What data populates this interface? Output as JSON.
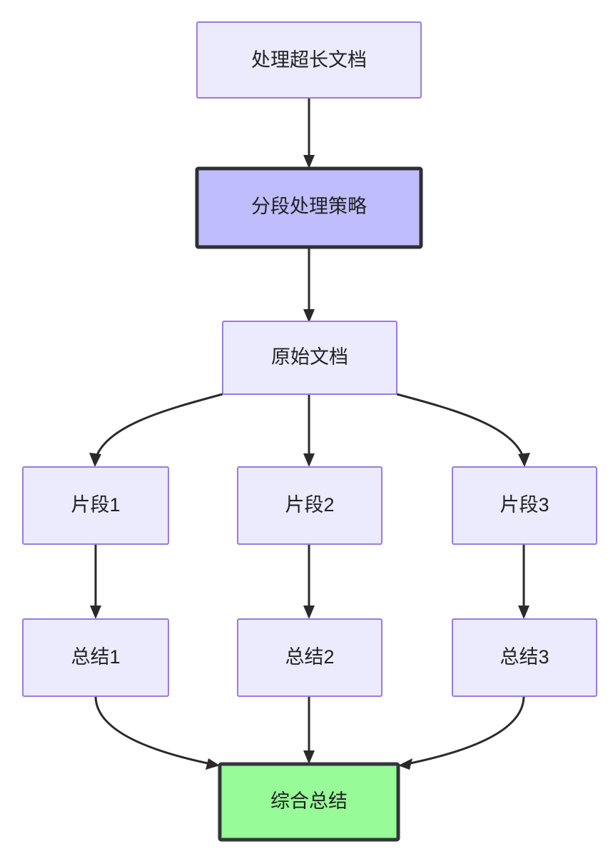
{
  "diagram": {
    "type": "flowchart",
    "direction": "top-down",
    "background_color": "#ffffff",
    "palette": {
      "node_fill": "#ECEAFD",
      "node_stroke": "#9A7BE0",
      "emphasis_fill": "#BFBDFB",
      "emphasis_stroke": "#2F2F35",
      "result_fill": "#97FB97",
      "result_stroke": "#33363B",
      "edge_color": "#2A2A2A",
      "text_color": "#1F2022"
    },
    "nodes": [
      {
        "id": "n1",
        "label": "处理超长文档",
        "style": "default"
      },
      {
        "id": "n2",
        "label": "分段处理策略",
        "style": "emphasis"
      },
      {
        "id": "n3",
        "label": "原始文档",
        "style": "default"
      },
      {
        "id": "f1",
        "label": "片段1",
        "style": "default"
      },
      {
        "id": "f2",
        "label": "片段2",
        "style": "default"
      },
      {
        "id": "f3",
        "label": "片段3",
        "style": "default"
      },
      {
        "id": "s1",
        "label": "总结1",
        "style": "default"
      },
      {
        "id": "s2",
        "label": "总结2",
        "style": "default"
      },
      {
        "id": "s3",
        "label": "总结3",
        "style": "default"
      },
      {
        "id": "r1",
        "label": "综合总结",
        "style": "result"
      }
    ],
    "edges": [
      {
        "from": "n1",
        "to": "n2"
      },
      {
        "from": "n2",
        "to": "n3"
      },
      {
        "from": "n3",
        "to": "f1"
      },
      {
        "from": "n3",
        "to": "f2"
      },
      {
        "from": "n3",
        "to": "f3"
      },
      {
        "from": "f1",
        "to": "s1"
      },
      {
        "from": "f2",
        "to": "s2"
      },
      {
        "from": "f3",
        "to": "s3"
      },
      {
        "from": "s1",
        "to": "r1"
      },
      {
        "from": "s2",
        "to": "r1"
      },
      {
        "from": "s3",
        "to": "r1"
      }
    ]
  }
}
